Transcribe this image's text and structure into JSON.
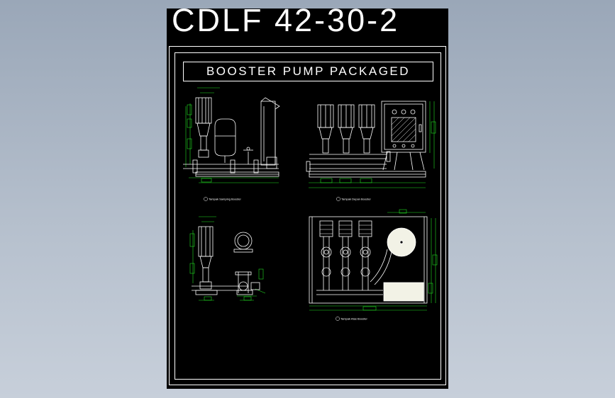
{
  "header": {
    "model": "CDLF 42-30-2",
    "banner": "BOOSTER PUMP PACKAGED"
  },
  "colors": {
    "background": "#000000",
    "line": "#ffffff",
    "dimension": "#22dd22",
    "panel_fill": "#f2f2e6"
  },
  "views": {
    "side_elevation_caption": "Tampak Samping Booster",
    "front_elevation_caption": "Tampak Depan Booster",
    "top_plan_caption": "Tampak Atas Booster",
    "side_detail_caption": ""
  }
}
